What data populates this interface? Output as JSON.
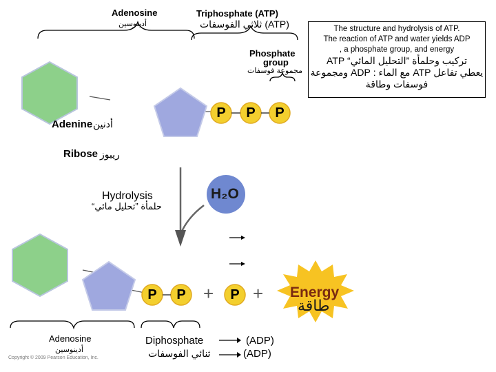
{
  "labels": {
    "adenosine_top_en": "Adenosine",
    "adenosine_top_ar": "أدينوسين",
    "atp_title_en": "Triphosphate (ATP)",
    "atp_title_ar": "(ATP) ثلاثي الفوسفات",
    "phosphate_group_en_1": "Phosphate",
    "phosphate_group_en_2": "group",
    "phosphate_group_ar": "مجموعة فوسفات",
    "adenine_en": "Adenine",
    "adenine_ar": "أدنين",
    "ribose_en": "Ribose",
    "ribose_ar": "ريبوز",
    "hydrolysis_en": "Hydrolysis",
    "hydrolysis_ar": "حلمأة ”تحليل مائي“",
    "water_formula": "H₂O",
    "phosphate_letter": "P",
    "plus": "+",
    "energy_en": "Energy",
    "energy_ar": "طاقة",
    "adenosine_bottom_en": "Adenosine",
    "adenosine_bottom_ar": "أدينوسين",
    "diphosphate_en": "Diphosphate",
    "diphosphate_ar": "ثنائي الفوسفات",
    "adp_1": "(ADP)",
    "adp_2": "(ADP)",
    "copyright": "Copyright © 2009 Pearson Education, Inc."
  },
  "info_box": {
    "line1": "The structure and hydrolysis of ATP.",
    "line2": "The reaction of ATP and water yields ADP",
    "line3": ", a phosphate group, and energy",
    "line4_ar": "تركيب وحلمأة ”التحليل المائي“ ATP",
    "line5_ar": "يعطي تفاعل ATP مع الماء : ADP ومجموعة",
    "line6_ar": "فوسفات وطاقة"
  },
  "colors": {
    "adenine_hexagon": "#8dd08a",
    "ribose_pentagon": "#9fa8df",
    "phosphate_circle": "#f3cf2e",
    "water_circle": "#6f88d0",
    "energy_burst": "#f7c322",
    "energy_text": "#7a2a10"
  }
}
